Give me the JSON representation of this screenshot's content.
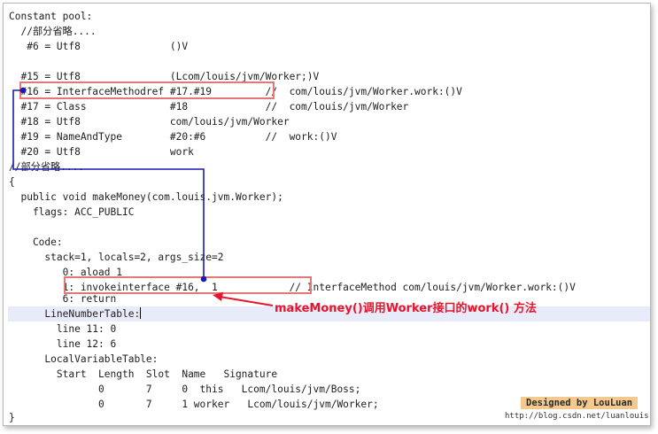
{
  "code_lines": [
    "Constant pool:",
    "  //部分省略....",
    "   #6 = Utf8               ()V",
    "",
    "  #15 = Utf8               (Lcom/louis/jvm/Worker;)V",
    "  #16 = InterfaceMethodref #17.#19         //  com/louis/jvm/Worker.work:()V",
    "  #17 = Class              #18             //  com/louis/jvm/Worker",
    "  #18 = Utf8               com/louis/jvm/Worker",
    "  #19 = NameAndType        #20:#6          //  work:()V",
    "  #20 = Utf8               work",
    "//部分省略....",
    "{",
    "  public void makeMoney(com.louis.jvm.Worker);",
    "    flags: ACC_PUBLIC",
    "",
    "    Code:",
    "      stack=1, locals=2, args_size=2",
    "         0: aload_1",
    "         1: invokeinterface #16,  1            // InterfaceMethod com/louis/jvm/Worker.work:()V",
    "         6: return",
    "      LineNumberTable:",
    "        line 11: 0",
    "        line 12: 6",
    "      LocalVariableTable:",
    "        Start  Length  Slot  Name   Signature",
    "               0       7     0  this   Lcom/louis/jvm/Boss;",
    "               0       7     1 worker   Lcom/louis/jvm/Worker;",
    "}"
  ],
  "annotation": "makeMoney()调用Worker接口的work() 方法",
  "watermark": {
    "title": "Designed by LouLuan",
    "url": "http://blog.csdn.net/luanlouis"
  },
  "colors": {
    "highlight_box": "#e57777",
    "arrow_line": "#1a1ab0",
    "annotation_text": "#e8142c",
    "current_line": "#e8ecfa",
    "watermark_bg": "#f3c98e"
  }
}
